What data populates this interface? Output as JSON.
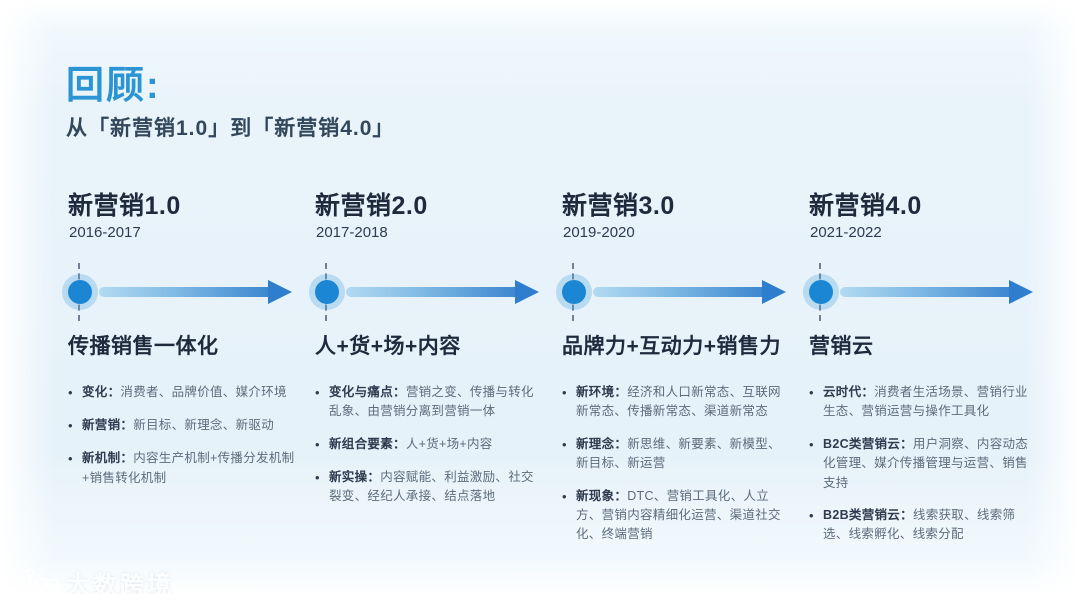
{
  "slide": {
    "title": "回顾:",
    "subtitle": "从「新营销1.0」到「新营销4.0」",
    "watermark": "大数跨境",
    "bullet_marker": "•"
  },
  "colors": {
    "accent_blue": "#2a94d4",
    "dot_blue": "#1b86d3",
    "arrow_gradient_start": "#b2daf2",
    "arrow_gradient_end": "#2e7ecd",
    "heading_text": "#1f2b3d",
    "body_text": "#5d6b7c",
    "background": "#e8f3fa"
  },
  "phases": [
    {
      "name": "新营销1.0",
      "years": "2016-2017",
      "heading": "传播销售一体化",
      "bullets": [
        {
          "lead": "变化：",
          "text": "消费者、品牌价值、媒介环境"
        },
        {
          "lead": "新营销：",
          "text": "新目标、新理念、新驱动"
        },
        {
          "lead": "新机制：",
          "text": "内容生产机制+传播分发机制+销售转化机制"
        }
      ]
    },
    {
      "name": "新营销2.0",
      "years": "2017-2018",
      "heading": "人+货+场+内容",
      "bullets": [
        {
          "lead": "变化与痛点：",
          "text": "营销之变、传播与转化乱象、由营销分离到营销一体"
        },
        {
          "lead": "新组合要素：",
          "text": "人+货+场+内容"
        },
        {
          "lead": "新实操：",
          "text": "内容赋能、利益激励、社交裂变、经纪人承接、结点落地"
        }
      ]
    },
    {
      "name": "新营销3.0",
      "years": "2019-2020",
      "heading": "品牌力+互动力+销售力",
      "bullets": [
        {
          "lead": "新环境：",
          "text": "经济和人口新常态、互联网新常态、传播新常态、渠道新常态"
        },
        {
          "lead": "新理念：",
          "text": "新思维、新要素、新模型、新目标、新运营"
        },
        {
          "lead": "新现象：",
          "text": "DTC、营销工具化、人立方、营销内容精细化运营、渠道社交化、终端营销"
        }
      ]
    },
    {
      "name": "新营销4.0",
      "years": "2021-2022",
      "heading": "营销云",
      "bullets": [
        {
          "lead": "云时代：",
          "text": "消费者生活场景、营销行业生态、营销运营与操作工具化"
        },
        {
          "lead": "B2C类营销云：",
          "text": "用户洞察、内容动态化管理、媒介传播管理与运营、销售支持"
        },
        {
          "lead": "B2B类营销云：",
          "text": "线索获取、线索筛选、线索孵化、线索分配"
        }
      ]
    }
  ]
}
